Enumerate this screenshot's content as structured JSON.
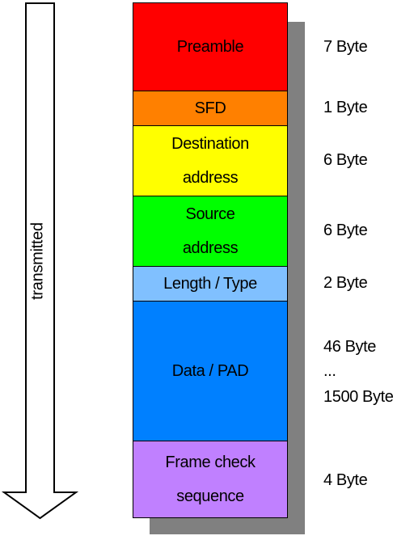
{
  "direction_label": "transmitted",
  "fields": [
    {
      "id": "preamble",
      "lines": [
        "Preamble"
      ],
      "size": "7 Byte",
      "color": "#ff0000"
    },
    {
      "id": "sfd",
      "lines": [
        "SFD"
      ],
      "size": "1 Byte",
      "color": "#ff8000"
    },
    {
      "id": "destination",
      "lines": [
        "Destination",
        "address"
      ],
      "size": "6 Byte",
      "color": "#ffff00"
    },
    {
      "id": "source",
      "lines": [
        "Source",
        "address"
      ],
      "size": "6 Byte",
      "color": "#00ff00"
    },
    {
      "id": "length-type",
      "lines": [
        "Length / Type"
      ],
      "size": "2 Byte",
      "color": "#80c0ff"
    },
    {
      "id": "data-pad",
      "lines": [
        "Data / PAD"
      ],
      "size_lines": [
        "46 Byte",
        "...",
        "1500 Byte"
      ],
      "color": "#0080ff"
    },
    {
      "id": "fcs",
      "lines": [
        "Frame check",
        "sequence"
      ],
      "size": "4 Byte",
      "color": "#c080ff"
    }
  ]
}
